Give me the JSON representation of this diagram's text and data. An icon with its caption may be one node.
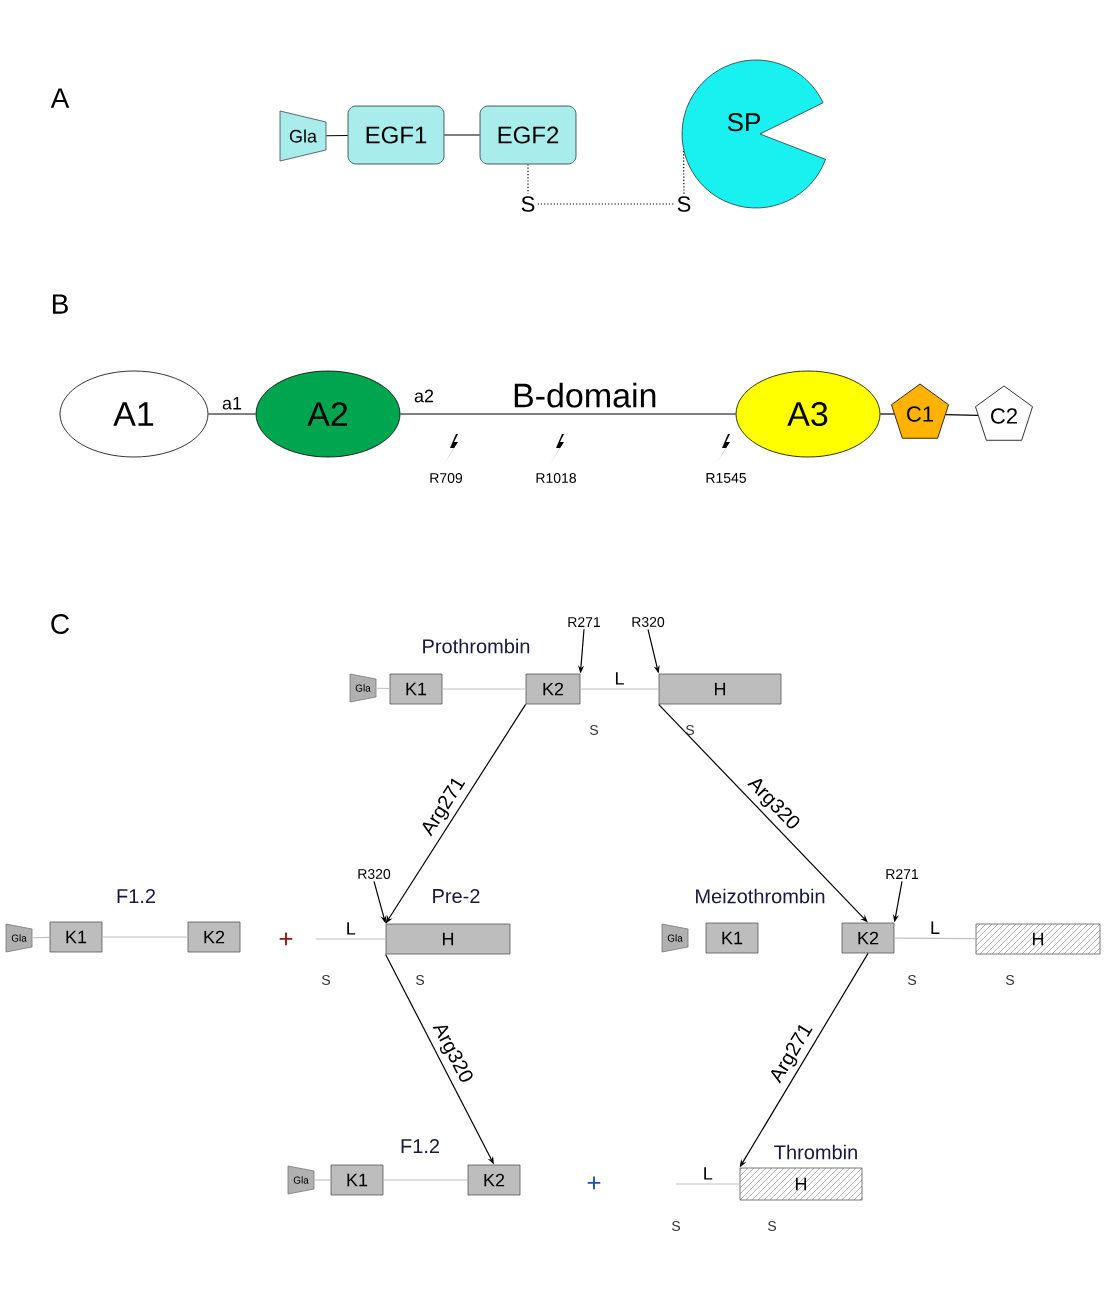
{
  "diagram": {
    "nodes": [
      {
        "text": [
          "Gla"
        ]
      },
      {
        "text": [
          "EGF1"
        ]
      },
      {
        "text": [
          "EGF2"
        ]
      },
      {
        "text": [
          "SP"
        ]
      },
      {
        "text": [
          "S"
        ]
      },
      {
        "text": [
          "S"
        ]
      },
      {
        "text": [
          "A1"
        ]
      },
      {
        "text": [
          "A2"
        ]
      },
      {
        "text": [
          "A3"
        ]
      },
      {
        "text": [
          "C1"
        ]
      },
      {
        "text": [
          "C2"
        ]
      },
      {
        "text": [
          "Gla"
        ]
      },
      {
        "text": [
          "K1"
        ]
      },
      {
        "text": [
          "K2"
        ]
      },
      {
        "text": [
          "H"
        ]
      },
      {
        "text": [
          "R271"
        ]
      },
      {
        "text": [
          "R320"
        ]
      },
      {
        "text": [
          "Gla"
        ]
      },
      {
        "text": [
          "K1"
        ]
      },
      {
        "text": [
          "K2"
        ]
      },
      {
        "text": [
          "H"
        ]
      },
      {
        "text": [
          "R320"
        ]
      },
      {
        "text": [
          "Gla"
        ]
      },
      {
        "text": [
          "K1"
        ]
      },
      {
        "text": [
          "K2"
        ]
      },
      {
        "text": [
          "H"
        ]
      },
      {
        "text": [
          "R271"
        ]
      },
      {
        "text": [
          "Gla"
        ]
      },
      {
        "text": [
          "K1"
        ]
      },
      {
        "text": [
          "K2"
        ]
      },
      {
        "text": [
          "H"
        ]
      }
    ],
    "edges": [
      {
        "from": 0,
        "to": 1,
        "arrow": "none"
      },
      {
        "from": 1,
        "to": 2,
        "arrow": "none"
      },
      {
        "from": 2,
        "to": 4,
        "arrow": "none",
        "style": "dashed"
      },
      {
        "from": 4,
        "to": 5,
        "arrow": "none",
        "style": "dashed"
      },
      {
        "from": 5,
        "to": 3,
        "arrow": "none",
        "style": "dashed"
      },
      {
        "from": 6,
        "to": 7,
        "arrow": "none",
        "label": "a1"
      },
      {
        "from": 7,
        "to": 8,
        "arrow": "none",
        "label": "B-domain"
      },
      {
        "from": 8,
        "to": 9,
        "arrow": "none"
      },
      {
        "from": 9,
        "to": 10,
        "arrow": "none"
      },
      {
        "from": 11,
        "to": 12,
        "arrow": "none",
        "color": "#c0c0c0"
      },
      {
        "from": 12,
        "to": 13,
        "arrow": "none",
        "color": "#c0c0c0"
      },
      {
        "from": 13,
        "to": 14,
        "arrow": "none",
        "color": "#c0c0c0",
        "label": "L"
      },
      {
        "from": 15,
        "to": 13,
        "arrow": "to"
      },
      {
        "from": 16,
        "to": 14,
        "arrow": "to"
      },
      {
        "from": 13,
        "to": 20,
        "arrow": "to",
        "label": "Arg271"
      },
      {
        "from": 14,
        "to": 24,
        "arrow": "to",
        "label": "Arg320"
      },
      {
        "from": 17,
        "to": 18,
        "arrow": "none",
        "color": "#c0c0c0"
      },
      {
        "from": 18,
        "to": 19,
        "arrow": "none",
        "color": "#c0c0c0"
      },
      {
        "from": null,
        "to": 20,
        "arrow": "none",
        "color": "#c0c0c0",
        "label": "L"
      },
      {
        "from": 21,
        "to": 20,
        "arrow": "to"
      },
      {
        "from": 24,
        "to": 25,
        "arrow": "none",
        "color": "#c0c0c0",
        "label": "L"
      },
      {
        "from": 26,
        "to": 24,
        "arrow": "to"
      },
      {
        "from": 20,
        "to": 29,
        "arrow": "to",
        "label": "Arg320"
      },
      {
        "from": 24,
        "to": 30,
        "arrow": "to",
        "label": "Arg271"
      },
      {
        "from": 27,
        "to": 28,
        "arrow": "none",
        "color": "#c0c0c0"
      },
      {
        "from": 28,
        "to": 29,
        "arrow": "none",
        "color": "#c0c0c0"
      },
      {
        "from": null,
        "to": 30,
        "arrow": "none",
        "color": "#c0c0c0",
        "label": "L"
      }
    ],
    "labels": [
      "A",
      "B",
      "a2",
      "R709",
      "R1018",
      "R1545",
      "C",
      "Prothrombin",
      "S",
      "S",
      "F1.2",
      "+",
      "Pre-2",
      "S",
      "S",
      "Meizothrombin",
      "S",
      "S",
      "F1.2",
      "+",
      "Thrombin",
      "S",
      "S"
    ]
  }
}
